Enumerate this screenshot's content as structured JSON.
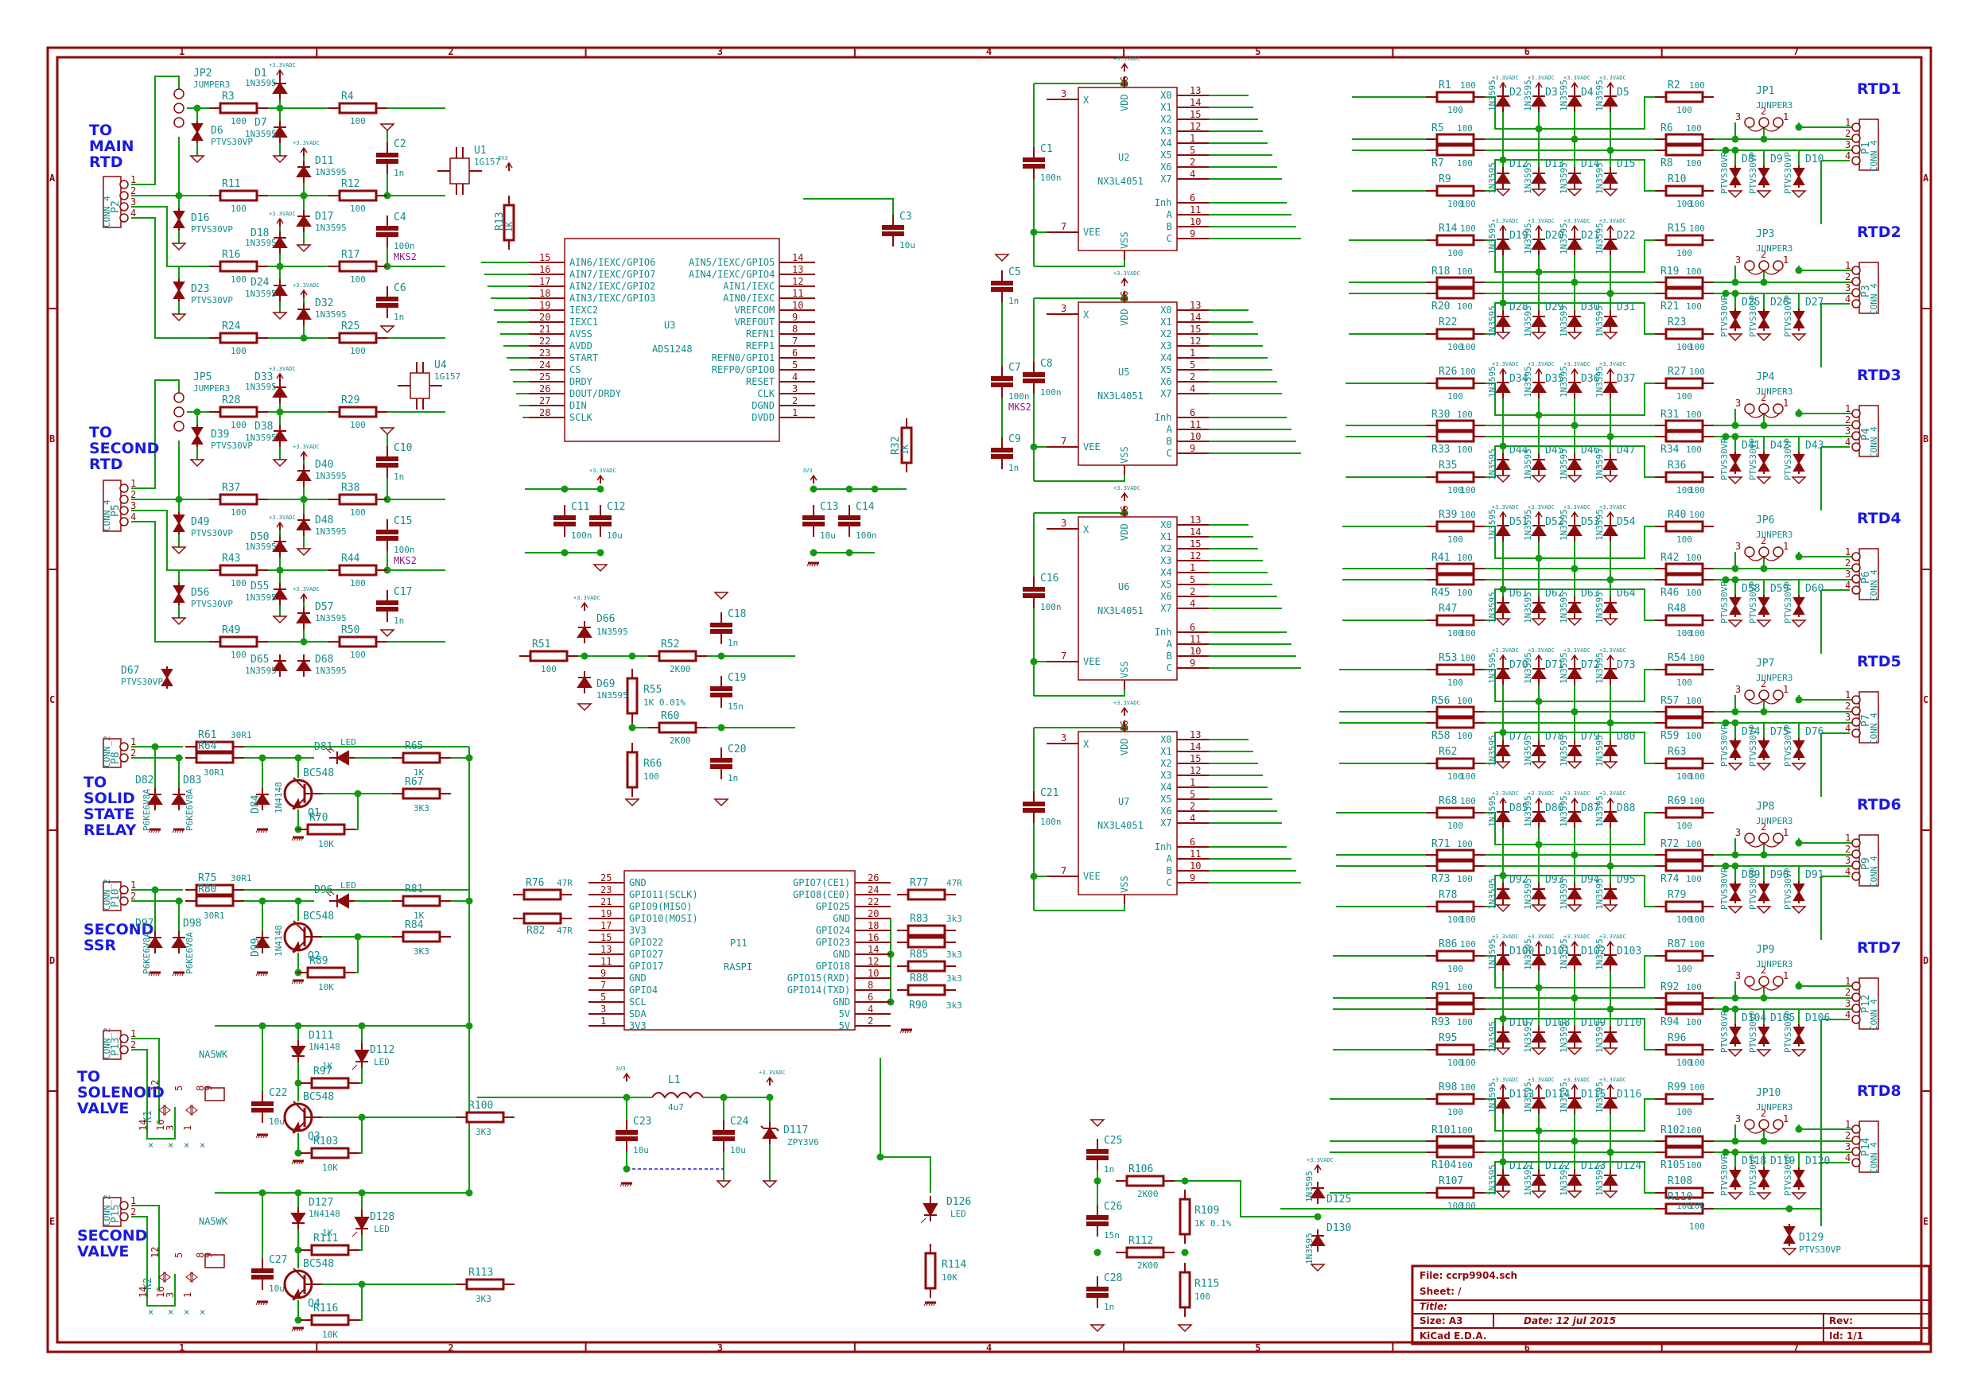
{
  "title_block": {
    "file": "File: ccrp9904.sch",
    "sheet": "Sheet: /",
    "title": "Title:",
    "size": "Size: A3",
    "date": "Date: 12 jul 2015",
    "rev": "Rev:",
    "tool": "KiCad E.D.A.",
    "id": "Id: 1/1"
  },
  "zones": {
    "columns": [
      "1",
      "2",
      "3",
      "4",
      "5",
      "6",
      "7"
    ],
    "rows": [
      "A",
      "B",
      "C",
      "D",
      "E"
    ]
  },
  "notes": {
    "main_rtd": [
      "TO",
      "MAIN",
      "RTD"
    ],
    "second_rtd": [
      "TO",
      "SECOND",
      "RTD"
    ],
    "ssr": [
      "TO",
      "SOLID",
      "STATE",
      "RELAY"
    ],
    "second_ssr": [
      "SECOND",
      "SSR"
    ],
    "solenoid": [
      "TO",
      "SOLENOID",
      "VALVE"
    ],
    "second_valve": [
      "SECOND",
      "VALVE"
    ]
  },
  "power_labels": {
    "vadc": "+3.3VADC",
    "v33": "3V3"
  },
  "u3": {
    "ref": "U3",
    "value": "ADS1248",
    "left_pins": [
      {
        "num": "15",
        "name": "AIN6/IEXC/GPIO6"
      },
      {
        "num": "16",
        "name": "AIN7/IEXC/GPIO7"
      },
      {
        "num": "17",
        "name": "AIN2/IEXC/GPIO2"
      },
      {
        "num": "18",
        "name": "AIN3/IEXC/GPIO3"
      },
      {
        "num": "19",
        "name": "IEXC2"
      },
      {
        "num": "20",
        "name": "IEXC1"
      },
      {
        "num": "21",
        "name": "AVSS"
      },
      {
        "num": "22",
        "name": "AVDD"
      },
      {
        "num": "23",
        "name": "START"
      },
      {
        "num": "24",
        "name": "CS"
      },
      {
        "num": "25",
        "name": "DRDY"
      },
      {
        "num": "26",
        "name": "DOUT/DRDY"
      },
      {
        "num": "27",
        "name": "DIN"
      },
      {
        "num": "28",
        "name": "SCLK"
      }
    ],
    "right_pins": [
      {
        "num": "14",
        "name": "AIN5/IEXC/GPIO5"
      },
      {
        "num": "13",
        "name": "AIN4/IEXC/GPIO4"
      },
      {
        "num": "12",
        "name": "AIN1/IEXC"
      },
      {
        "num": "11",
        "name": "AIN0/IEXC"
      },
      {
        "num": "10",
        "name": "VREFCOM"
      },
      {
        "num": "9",
        "name": "VREFOUT"
      },
      {
        "num": "8",
        "name": "REFN1"
      },
      {
        "num": "7",
        "name": "REFP1"
      },
      {
        "num": "6",
        "name": "REFN0/GPIO1"
      },
      {
        "num": "5",
        "name": "REFP0/GPIO0"
      },
      {
        "num": "4",
        "name": "RESET"
      },
      {
        "num": "3",
        "name": "CLK"
      },
      {
        "num": "2",
        "name": "DGND"
      },
      {
        "num": "1",
        "name": "DVDD"
      }
    ]
  },
  "p11": {
    "ref": "P11",
    "value": "RASPI",
    "left_pins": [
      {
        "num": "25",
        "name": "GND"
      },
      {
        "num": "23",
        "name": "GPIO11(SCLK)"
      },
      {
        "num": "21",
        "name": "GPIO9(MISO)"
      },
      {
        "num": "19",
        "name": "GPIO10(MOSI)"
      },
      {
        "num": "17",
        "name": "3V3"
      },
      {
        "num": "15",
        "name": "GPIO22"
      },
      {
        "num": "13",
        "name": "GPIO27"
      },
      {
        "num": "11",
        "name": "GPIO17"
      },
      {
        "num": "9",
        "name": "GND"
      },
      {
        "num": "7",
        "name": "GPIO4"
      },
      {
        "num": "5",
        "name": "SCL"
      },
      {
        "num": "3",
        "name": "SDA"
      },
      {
        "num": "1",
        "name": "3V3"
      }
    ],
    "right_pins": [
      {
        "num": "26",
        "name": "GPIO7(CE1)"
      },
      {
        "num": "24",
        "name": "GPIO8(CE0)"
      },
      {
        "num": "22",
        "name": "GPIO25"
      },
      {
        "num": "20",
        "name": "GND"
      },
      {
        "num": "18",
        "name": "GPIO24"
      },
      {
        "num": "16",
        "name": "GPIO23"
      },
      {
        "num": "14",
        "name": "GND"
      },
      {
        "num": "12",
        "name": "GPIO18"
      },
      {
        "num": "10",
        "name": "GPIO15(RXD)"
      },
      {
        "num": "8",
        "name": "GPIO14(TXD)"
      },
      {
        "num": "6",
        "name": "GND"
      },
      {
        "num": "4",
        "name": "5V"
      },
      {
        "num": "2",
        "name": "5V"
      }
    ]
  },
  "muxes": [
    {
      "ref": "U2",
      "value": "NX3L4051"
    },
    {
      "ref": "U5",
      "value": "NX3L4051"
    },
    {
      "ref": "U6",
      "value": "NX3L4051"
    },
    {
      "ref": "U7",
      "value": "NX3L4051"
    }
  ],
  "mux_pins": {
    "left": [
      {
        "num": "3",
        "name": "X"
      },
      {
        "num": "7",
        "name": "VEE"
      }
    ],
    "top": {
      "num": "16",
      "name": "VDD"
    },
    "bottom": {
      "num": "8",
      "name": "VSS"
    },
    "right": [
      {
        "num": "13",
        "name": "X0"
      },
      {
        "num": "14",
        "name": "X1"
      },
      {
        "num": "15",
        "name": "X2"
      },
      {
        "num": "12",
        "name": "X3"
      },
      {
        "num": "1",
        "name": "X4"
      },
      {
        "num": "5",
        "name": "X5"
      },
      {
        "num": "2",
        "name": "X6"
      },
      {
        "num": "4",
        "name": "X7"
      },
      {
        "num": "6",
        "name": "Inh"
      },
      {
        "num": "11",
        "name": "A"
      },
      {
        "num": "10",
        "name": "B"
      },
      {
        "num": "9",
        "name": "C"
      }
    ]
  },
  "mux_caps": [
    {
      "ref": "C1",
      "value": "100n"
    },
    {
      "ref": "C8",
      "value": "100n"
    },
    {
      "ref": "C16",
      "value": "100n"
    },
    {
      "ref": "C21",
      "value": "100n"
    }
  ],
  "rtd_channels": [
    {
      "label": "RTD1",
      "conn": "P1",
      "jp": "JP1",
      "r": [
        "R1",
        "R2",
        "R5",
        "R6",
        "R7",
        "R8",
        "R9",
        "R10"
      ],
      "dtop": [
        "D2",
        "D3",
        "D4",
        "D5"
      ],
      "dbot": [
        "D12",
        "D13",
        "D14",
        "D15"
      ],
      "tvs": [
        "D8",
        "D9",
        "D10"
      ]
    },
    {
      "label": "RTD2",
      "conn": "P3",
      "jp": "JP3",
      "r": [
        "R14",
        "R15",
        "R18",
        "R19",
        "R20",
        "R21",
        "R22",
        "R23"
      ],
      "dtop": [
        "D19",
        "D20",
        "D21",
        "D22"
      ],
      "dbot": [
        "D28",
        "D29",
        "D30",
        "D31"
      ],
      "tvs": [
        "D25",
        "D26",
        "D27"
      ]
    },
    {
      "label": "RTD3",
      "conn": "P4",
      "jp": "JP4",
      "r": [
        "R26",
        "R27",
        "R30",
        "R31",
        "R33",
        "R34",
        "R35",
        "R36"
      ],
      "dtop": [
        "D34",
        "D35",
        "D36",
        "D37"
      ],
      "dbot": [
        "D44",
        "D45",
        "D46",
        "D47"
      ],
      "tvs": [
        "D41",
        "D42",
        "D43"
      ]
    },
    {
      "label": "RTD4",
      "conn": "P6",
      "jp": "JP6",
      "r": [
        "R39",
        "R40",
        "R41",
        "R42",
        "R45",
        "R46",
        "R47",
        "R48"
      ],
      "dtop": [
        "D51",
        "D52",
        "D53",
        "D54"
      ],
      "dbot": [
        "D61",
        "D62",
        "D63",
        "D64"
      ],
      "tvs": [
        "D58",
        "D59",
        "D60"
      ]
    },
    {
      "label": "RTD5",
      "conn": "P7",
      "jp": "JP7",
      "r": [
        "R53",
        "R54",
        "R56",
        "R57",
        "R58",
        "R59",
        "R62",
        "R63"
      ],
      "dtop": [
        "D70",
        "D71",
        "D72",
        "D73"
      ],
      "dbot": [
        "D77",
        "D78",
        "D79",
        "D80"
      ],
      "tvs": [
        "D74",
        "D75",
        "D76"
      ]
    },
    {
      "label": "RTD6",
      "conn": "P9",
      "jp": "JP8",
      "r": [
        "R68",
        "R69",
        "R71",
        "R72",
        "R73",
        "R74",
        "R78",
        "R79"
      ],
      "dtop": [
        "D85",
        "D86",
        "D87",
        "D88"
      ],
      "dbot": [
        "D92",
        "D93",
        "D94",
        "D95"
      ],
      "tvs": [
        "D89",
        "D90",
        "D91"
      ]
    },
    {
      "label": "RTD7",
      "conn": "P12",
      "jp": "JP9",
      "r": [
        "R86",
        "R87",
        "R91",
        "R92",
        "R93",
        "R94",
        "R95",
        "R96"
      ],
      "dtop": [
        "D100",
        "D101",
        "D102",
        "D103"
      ],
      "dbot": [
        "D107",
        "D108",
        "D109",
        "D110"
      ],
      "tvs": [
        "D104",
        "D105",
        "D106"
      ]
    },
    {
      "label": "RTD8",
      "conn": "P14",
      "jp": "JP10",
      "r": [
        "R98",
        "R99",
        "R101",
        "R102",
        "R104",
        "R105",
        "R107",
        "R108"
      ],
      "dtop": [
        "D113",
        "D114",
        "D115",
        "D116"
      ],
      "dbot": [
        "D121",
        "D122",
        "D123",
        "D124"
      ],
      "tvs": [
        "D118",
        "D119",
        "D120"
      ]
    }
  ],
  "rtd_common": {
    "res_value": "100",
    "diode_value": "1N3595",
    "tvs_value": "PTVS30VP",
    "jumper_value": "JUNPER3",
    "conn_value": "CONN_4",
    "pwr": "+3.3VADC"
  },
  "r110": {
    "ref": "R110",
    "value": "100"
  },
  "d129": {
    "ref": "D129",
    "value": "PTVS30VP"
  },
  "main_rtd_block": {
    "conn": {
      "ref": "P2",
      "value": "CONN_4"
    },
    "jp": {
      "ref": "JP2",
      "value": "JUMPER3"
    },
    "resistors": [
      {
        "ref": "R3",
        "value": "100"
      },
      {
        "ref": "R4",
        "value": "100"
      },
      {
        "ref": "R11",
        "value": "100"
      },
      {
        "ref": "R12",
        "value": "100"
      },
      {
        "ref": "R16",
        "value": "100"
      },
      {
        "ref": "R17",
        "value": "100"
      },
      {
        "ref": "R24",
        "value": "100"
      },
      {
        "ref": "R25",
        "value": "100"
      }
    ],
    "diodes": [
      {
        "ref": "D1",
        "value": "1N3595"
      },
      {
        "ref": "D7",
        "value": "1N3595"
      },
      {
        "ref": "D11",
        "value": "1N3595"
      },
      {
        "ref": "D17",
        "value": "1N3595"
      },
      {
        "ref": "D18",
        "value": "1N3595"
      },
      {
        "ref": "D24",
        "value": "1N3595"
      },
      {
        "ref": "D32",
        "value": "1N3595"
      }
    ],
    "tvs": [
      {
        "ref": "D6",
        "value": "PTVS30VP"
      },
      {
        "ref": "D16",
        "value": "PTVS30VP"
      },
      {
        "ref": "D23",
        "value": "PTVS30VP"
      }
    ],
    "caps": [
      {
        "ref": "C2",
        "value": "1n"
      },
      {
        "ref": "C4",
        "value": "100n",
        "extra": "MKS2"
      },
      {
        "ref": "C6",
        "value": "1n"
      }
    ]
  },
  "second_rtd_block": {
    "conn": {
      "ref": "P5",
      "value": "CONN_4"
    },
    "jp": {
      "ref": "JP5",
      "value": "JUMPER3"
    },
    "resistors": [
      {
        "ref": "R28",
        "value": "100"
      },
      {
        "ref": "R29",
        "value": "100"
      },
      {
        "ref": "R37",
        "value": "100"
      },
      {
        "ref": "R38",
        "value": "100"
      },
      {
        "ref": "R43",
        "value": "100"
      },
      {
        "ref": "R44",
        "value": "100"
      },
      {
        "ref": "R49",
        "value": "100"
      },
      {
        "ref": "R50",
        "value": "100"
      }
    ],
    "diodes": [
      {
        "ref": "D33",
        "value": "1N3595"
      },
      {
        "ref": "D38",
        "value": "1N3595"
      },
      {
        "ref": "D40",
        "value": "1N3595"
      },
      {
        "ref": "D48",
        "value": "1N3595"
      },
      {
        "ref": "D50",
        "value": "1N3595"
      },
      {
        "ref": "D55",
        "value": "1N3595"
      },
      {
        "ref": "D57",
        "value": "1N3595"
      },
      {
        "ref": "D65",
        "value": "1N3595"
      },
      {
        "ref": "D68",
        "value": "1N3595"
      }
    ],
    "tvs": [
      {
        "ref": "D39",
        "value": "PTVS30VP"
      },
      {
        "ref": "D49",
        "value": "PTVS30VP"
      },
      {
        "ref": "D56",
        "value": "PTVS30VP"
      },
      {
        "ref": "D67",
        "value": "PTVS30VP"
      }
    ],
    "caps": [
      {
        "ref": "C10",
        "value": "1n"
      },
      {
        "ref": "C15",
        "value": "100n",
        "extra": "MKS2"
      },
      {
        "ref": "C17",
        "value": "1n"
      }
    ]
  },
  "switches": [
    {
      "ref": "U1",
      "value": "1G157"
    },
    {
      "ref": "U4",
      "value": "1G157"
    }
  ],
  "r13": {
    "ref": "R13",
    "value": "1K"
  },
  "r32": {
    "ref": "R32",
    "value": "1K"
  },
  "adc_caps": [
    {
      "ref": "C3",
      "value": "10u"
    },
    {
      "ref": "C5",
      "value": "1n"
    },
    {
      "ref": "C7",
      "value": "100n",
      "extra": "MKS2"
    },
    {
      "ref": "C9",
      "value": "1n"
    },
    {
      "ref": "C11",
      "value": "100n"
    },
    {
      "ref": "C12",
      "value": "10u"
    },
    {
      "ref": "C13",
      "value": "10u"
    },
    {
      "ref": "C14",
      "value": "100n"
    }
  ],
  "ref_block1": {
    "R51": "100",
    "R52": "2K00",
    "R55": "1K 0.01%",
    "R60": "2K00",
    "R66": "100",
    "C18": "1n",
    "C19": "15n",
    "C20": "1n",
    "D66": "1N3595",
    "D69": "1N3595"
  },
  "ref_block2": {
    "R106": "2K00",
    "R109": "1K 0.1%",
    "R112": "2K00",
    "R115": "100",
    "C25": "1n",
    "C26": "15n",
    "C28": "1n",
    "D125": "1N3595",
    "D130": "1N3595"
  },
  "ssr1": {
    "conn": {
      "ref": "P8",
      "value": "CONN_2"
    },
    "R61": "30R1",
    "R64": "30R1",
    "R65": "1K",
    "R67": "3K3",
    "R70": "10K",
    "D81": "LED",
    "D82": "P6KE6V8A",
    "D83": "P6KE6V8A",
    "D84": "1N4148",
    "Q1": "BC548"
  },
  "ssr2": {
    "conn": {
      "ref": "P10",
      "value": "CONN_2"
    },
    "R75": "30R1",
    "R80": "30R1",
    "R81": "1K",
    "R84": "3K3",
    "R89": "10K",
    "D96": "LED",
    "D97": "P6KE6V8A",
    "D98": "P6KE6V8A",
    "D99": "1N4148",
    "Q2": "BC548"
  },
  "valve1": {
    "conn": {
      "ref": "P13",
      "value": "CONN_2"
    },
    "relay": {
      "ref": "K1",
      "value": "NA5WK"
    },
    "C22": "10u",
    "D111": "1N4148",
    "D112": "LED",
    "R97": "1K",
    "R100": "3K3",
    "R103": "10K",
    "Q3": "BC548"
  },
  "valve2": {
    "conn": {
      "ref": "P15",
      "value": "CONN_2"
    },
    "relay": {
      "ref": "K2",
      "value": "NA5WK"
    },
    "C27": "10u",
    "D127": "1N4148",
    "D128": "LED",
    "R111": "1K",
    "R113": "3K3",
    "R116": "10K",
    "Q4": "BC548"
  },
  "relay_pins": [
    "12",
    "5",
    "8",
    "9",
    "14",
    "16",
    "3",
    "1"
  ],
  "spi_res": [
    {
      "ref": "R76",
      "value": "47R"
    },
    {
      "ref": "R82",
      "value": "47R"
    },
    {
      "ref": "R77",
      "value": "47R"
    },
    {
      "ref": "R83",
      "value": "3k3"
    },
    {
      "ref": "R85",
      "value": "3k3"
    },
    {
      "ref": "R88",
      "value": "3k3"
    },
    {
      "ref": "R90",
      "value": "3k3"
    }
  ],
  "power": {
    "L1": "4u7",
    "C23": "10u",
    "C24": "10u",
    "D117": "ZPY3V6",
    "D126": "LED",
    "R114": "10K"
  }
}
